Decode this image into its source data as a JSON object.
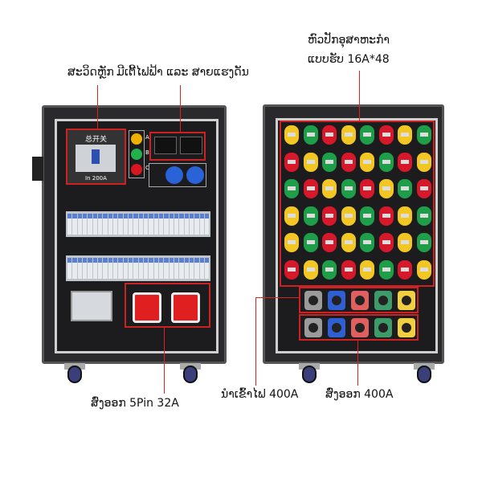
{
  "annotations": {
    "main_switch": "ສະວິດຫຼັກ",
    "meter_and_voltage": "ມີເຕີ້ໄຟຟ້າ ແລະ ສາຍແຮງດັນ",
    "industrial_socket_line1": "ຫົວປັກອຸສາຫະກຳ",
    "industrial_socket_line2": "ແບບຮັບ 16A*48",
    "output_5pin": "ສົ່ງອອກ  5Pin 32A",
    "input_400a": "ນຳເຂົ້າໄຟ 400A",
    "output_400a": "ສົ່ງອອກ 400A"
  },
  "left_cabinet": {
    "main_switch_title": "总开关",
    "main_switch_rating": "In 200A",
    "lamp_labels": [
      "A",
      "B",
      "C"
    ],
    "lamp_colors": [
      "#f0b000",
      "#22b24c",
      "#d8161f"
    ]
  },
  "right_cabinet": {
    "socket_rows": [
      [
        "Y",
        "G",
        "R",
        "Y",
        "G",
        "R",
        "Y",
        "G"
      ],
      [
        "R",
        "Y",
        "G",
        "R",
        "Y",
        "G",
        "R",
        "Y"
      ],
      [
        "G",
        "R",
        "Y",
        "G",
        "R",
        "Y",
        "G",
        "R"
      ],
      [
        "Y",
        "G",
        "R",
        "Y",
        "G",
        "R",
        "Y",
        "G"
      ],
      [
        "Y",
        "G",
        "R",
        "Y",
        "G",
        "R",
        "Y",
        "G"
      ],
      [
        "R",
        "Y",
        "G",
        "R",
        "Y",
        "G",
        "R",
        "Y"
      ]
    ],
    "socket_colors": {
      "Y": "#f2c623",
      "G": "#1f9e4a",
      "R": "#d7182a"
    },
    "connector_colors": [
      "#9a9a9a",
      "#2f5fd0",
      "#e06060",
      "#3f9a6a",
      "#f0d040"
    ]
  }
}
